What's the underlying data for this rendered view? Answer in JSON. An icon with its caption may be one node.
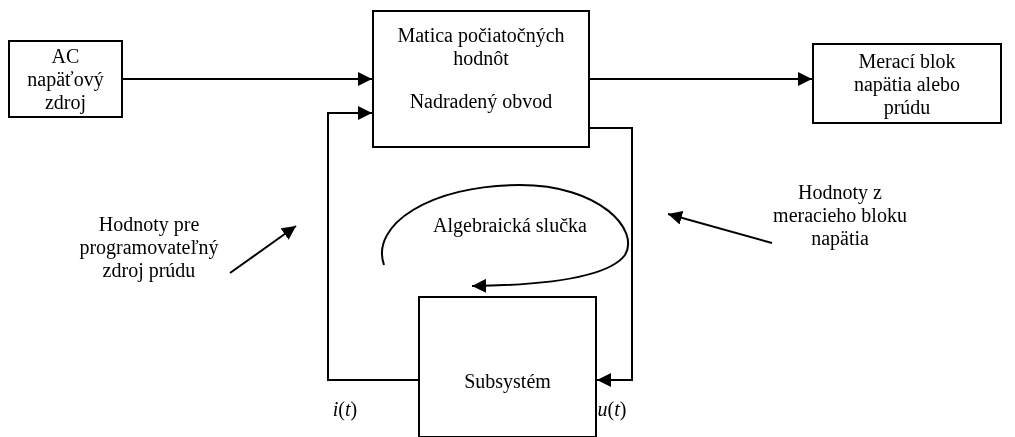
{
  "diagram": {
    "nodes": [
      {
        "text": [
          "AC napäťový zdroj"
        ]
      },
      {
        "text": [
          "Matica počiatočných hodnôt",
          "Nadradený obvod"
        ]
      },
      {
        "text": [
          "Merací blok napätia alebo prúdu"
        ]
      },
      {
        "text": [
          "Subsystém"
        ]
      },
      {
        "text": [
          "Hodnoty pre programovateľný zdroj prúdu"
        ]
      },
      {
        "text": [
          "Hodnoty z meracieho bloku napätia"
        ]
      }
    ],
    "edges": [
      {
        "from": 0,
        "to": 1,
        "arrow": "to"
      },
      {
        "from": 1,
        "to": 2,
        "arrow": "to"
      },
      {
        "from": 3,
        "to": 1,
        "arrow": "to",
        "label": "*i*(*t*)"
      },
      {
        "from": 1,
        "to": 3,
        "arrow": "to",
        "label": "*u*(*t*)"
      },
      {
        "from": 4,
        "to": null,
        "arrow": "to"
      },
      {
        "from": 5,
        "to": null,
        "arrow": "to"
      }
    ],
    "labels": [
      "Algebraická slučka"
    ]
  }
}
